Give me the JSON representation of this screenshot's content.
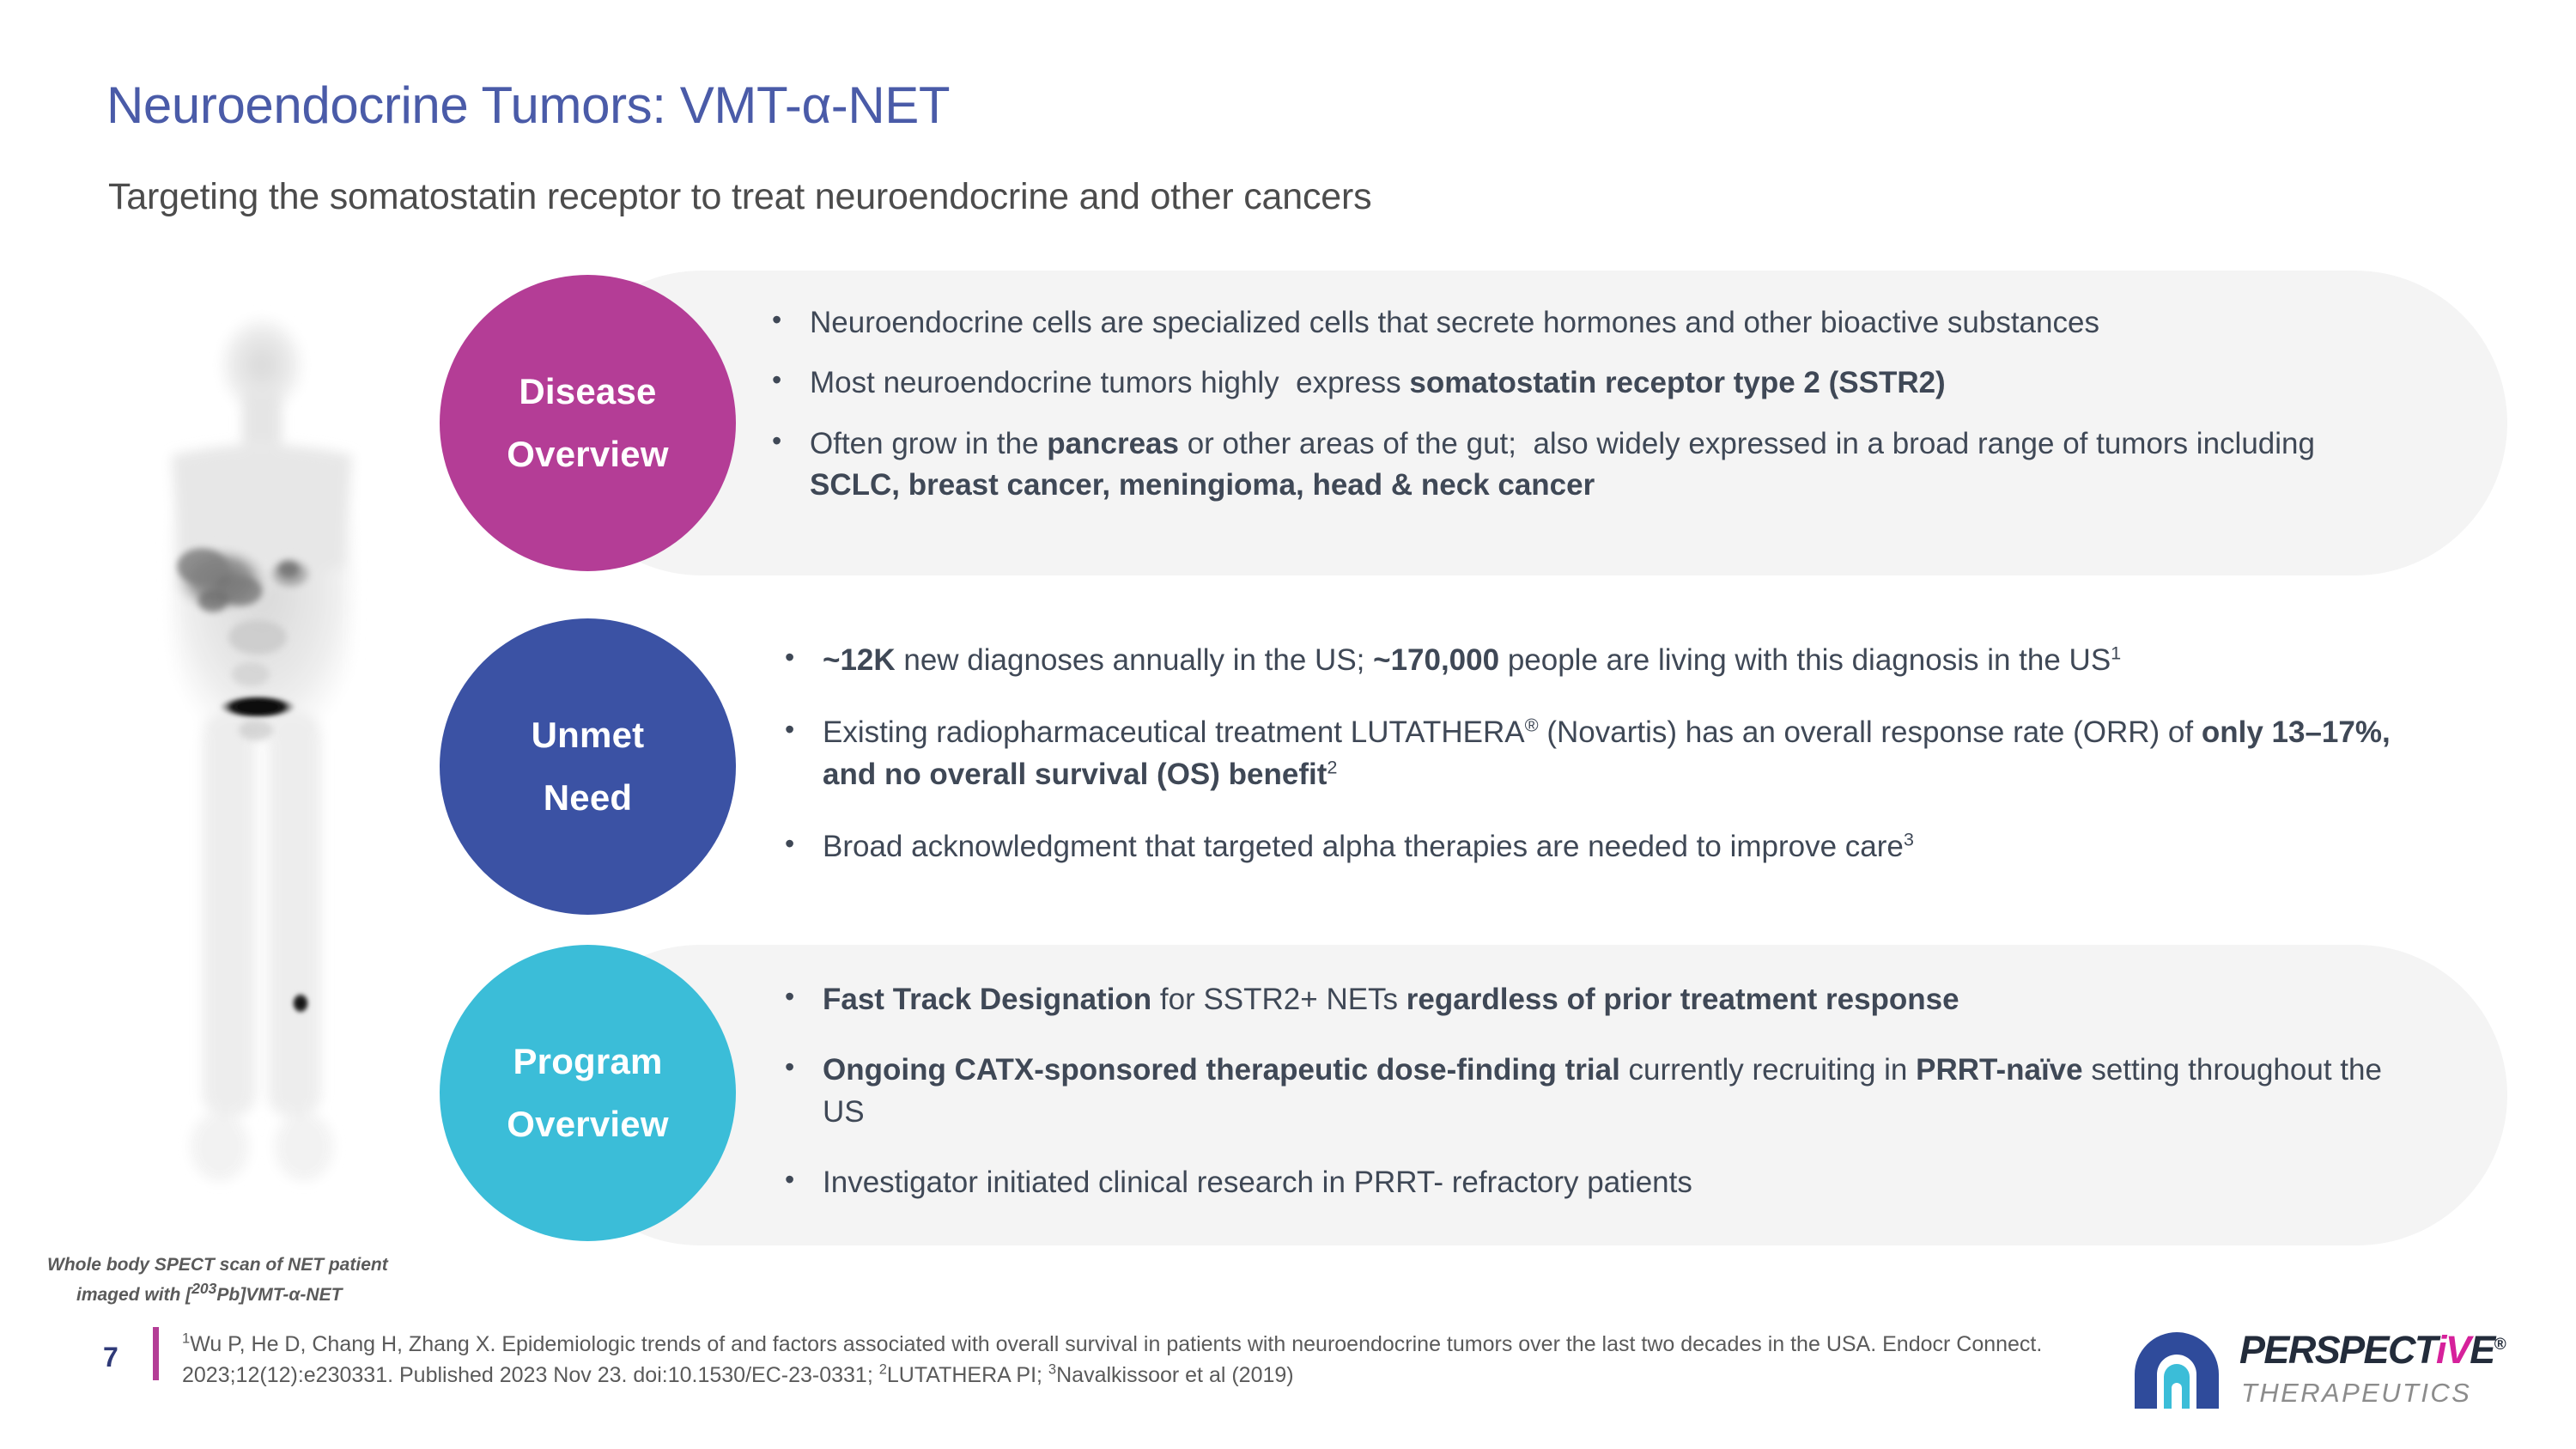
{
  "header": {
    "title": "Neuroendocrine Tumors: VMT-α-NET",
    "subtitle": "Targeting the somatostatin receptor to treat neuroendocrine and other cancers"
  },
  "scan": {
    "alt": "whole-body-spect-scan",
    "caption_line1": "Whole body SPECT scan of NET patient",
    "caption_line2": "imaged with [203Pb]VMT-α-NET"
  },
  "sections": [
    {
      "badge_line1": "Disease",
      "badge_line2": "Overview",
      "badge_color": "#B43D96",
      "panel_background": "#F4F4F4",
      "bullets": [
        "Neuroendocrine cells are specialized cells that secrete hormones and other bioactive substances",
        "Most neuroendocrine tumors highly  express somatostatin receptor type 2 (SSTR2)",
        "Often grow in the pancreas or other areas of the gut;  also widely expressed in a broad range of tumors including SCLC, breast cancer, meningioma, head & neck cancer"
      ]
    },
    {
      "badge_line1": "Unmet",
      "badge_line2": "Need",
      "badge_color": "#3B52A4",
      "panel_background": "transparent",
      "bullets": [
        "~12K new diagnoses annually in the US; ~170,000 people are living with this diagnosis in the US1",
        "Existing radiopharmaceutical treatment LUTATHERA® (Novartis) has an overall response rate (ORR) of only 13–17%, and no overall survival (OS) benefit2",
        "Broad acknowledgment that targeted alpha therapies are needed to improve care3"
      ]
    },
    {
      "badge_line1": "Program",
      "badge_line2": "Overview",
      "badge_color": "#3BBDD8",
      "panel_background": "#F4F4F4",
      "bullets": [
        "Fast Track Designation for SSTR2+ NETs regardless of prior treatment response",
        "Ongoing CATX-sponsored therapeutic dose-finding trial currently recruiting in PRRT-naïve setting throughout the US",
        "Investigator initiated clinical research in PRRT- refractory patients"
      ]
    }
  ],
  "footer": {
    "slide_number": "7",
    "divider_color": "#B43D96",
    "references": "1Wu P, He D, Chang H, Zhang X. Epidemiologic trends of and factors associated with overall survival in patients with neuroendocrine tumors over the last two decades in the USA. Endocr Connect. 2023;12(12):e230331. Published 2023 Nov 23. doi:10.1530/EC-23-0331; 2LUTATHERA PI; 3Navalkissoor et al (2019)"
  },
  "logo": {
    "wordmark_dark_1": "PERSPECT",
    "wordmark_pink": "iV",
    "wordmark_dark_2": "E",
    "registered": "®",
    "tagline": "THERAPEUTICS",
    "mark_outer_color": "#2F4B9B",
    "mark_inner_color": "#3BBDD8"
  }
}
